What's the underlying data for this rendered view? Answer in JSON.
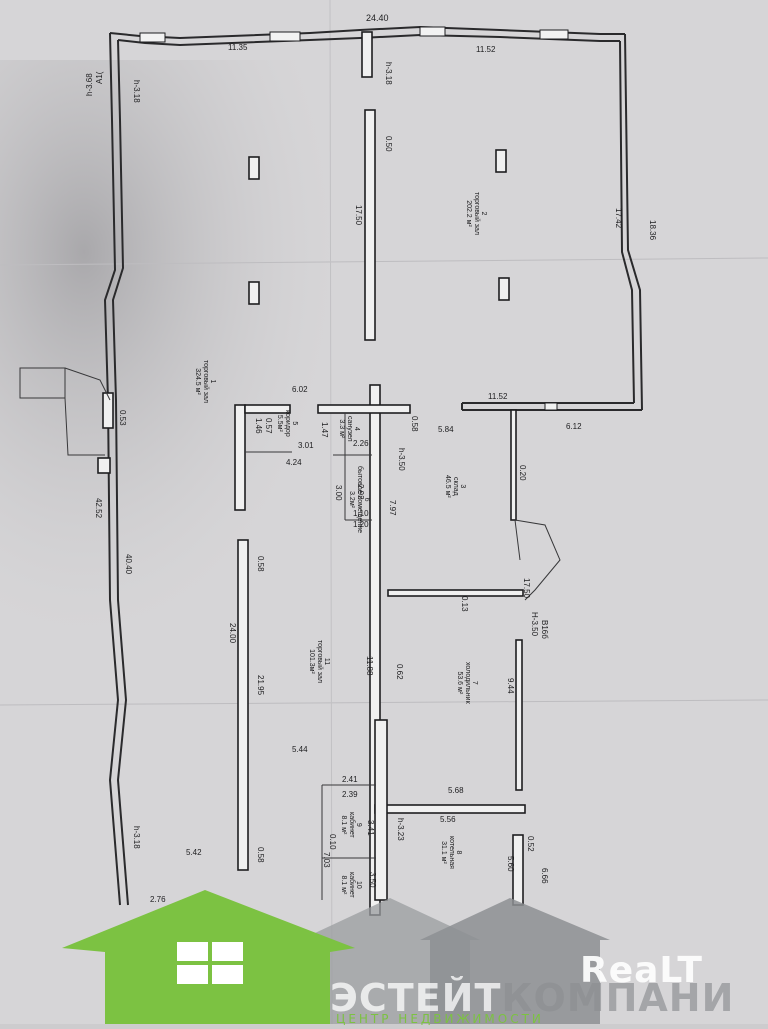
{
  "plan": {
    "overall_width": "24.40",
    "top_left_seg": "11.35",
    "top_right_seg": "11.52",
    "left_height": "h-3.68",
    "left_axis": "A1(",
    "left_h1": "h-3.18",
    "col_h": "h-3.18",
    "col_len": "17.50",
    "col_thk": "0.50",
    "right_len": "17.42",
    "right_outer": "18.36",
    "right_lower": "11.52",
    "right_lower_w": "6.12",
    "d_602": "6.02",
    "d_058": "0.58",
    "d_584": "5.84",
    "d_053": "0.53",
    "d_4252": "42.52",
    "d_4040": "40.40",
    "d_2400": "24.00",
    "d_2195": "21.95",
    "d_058b": "0.58",
    "d_1188": "11.88",
    "d_062": "0.62",
    "d_797": "7.97",
    "d_h350": "h-3.50",
    "d_020": "0.20",
    "d_1750": "17.50",
    "d_b16": "B16б",
    "d_h350b": "H-3.50",
    "d_013": "0.13",
    "d_944": "9.44",
    "d_544": "5.44",
    "d_241": "2.41",
    "d_239": "2.39",
    "d_568": "5.68",
    "d_556": "5.56",
    "d_341": "3.41",
    "d_h323": "h-3.23",
    "d_010": "0.10",
    "d_703": "7.03",
    "d_350": "3.50",
    "d_052": "0.52",
    "d_666": "6.66",
    "d_560": "5.60",
    "d_542": "5.42",
    "d_276": "2.76",
    "d_h318b": "h-3.18",
    "d_057": "0.57",
    "d_146": "1.46",
    "d_301": "3.01",
    "d_424": "4.24",
    "d_147": "1.47",
    "d_226": "2.26",
    "d_300": "3.00",
    "d_110": "1.10",
    "d_120": "1.20",
    "d_292": "2.92",
    "d_058c": "0.58",
    "d_024": "0.58"
  },
  "rooms": {
    "r1": {
      "num": "1",
      "name": "торговый зал",
      "area": "324.5 м²"
    },
    "r2": {
      "num": "2",
      "name": "торговый зал",
      "area": "202.2 м²"
    },
    "r3": {
      "num": "3",
      "name": "склад",
      "area": "46.5 м²"
    },
    "r4": {
      "num": "4",
      "name": "санузел",
      "area": "3.3 м²"
    },
    "r5": {
      "num": "5",
      "name": "коридор",
      "area": "5.5м²"
    },
    "r6": {
      "num": "6",
      "name": "бытовое помещение",
      "area": "3.2м²"
    },
    "r7": {
      "num": "7",
      "name": "холодильник",
      "area": "53.6 м²"
    },
    "r8": {
      "num": "8",
      "name": "котельная",
      "area": "31.1 м²"
    },
    "r9": {
      "num": "9",
      "name": "кабинет",
      "area": "8.1 м²"
    },
    "r10": {
      "num": "10",
      "name": "кабинет",
      "area": "8.1 м²"
    },
    "r11": {
      "num": "11",
      "name": "торговый зал",
      "area": "101.3м²"
    }
  },
  "watermark": {
    "brand_main": "ЭСТЕЙТ",
    "brand_tail": "КОМПАНИ",
    "tagline": "ЦЕНТР НЕДВИЖИМОСТИ",
    "realt": "ReaLT",
    "colors": {
      "green": "#7cc242",
      "grey": "#8d8f93",
      "white": "#ffffff"
    }
  }
}
